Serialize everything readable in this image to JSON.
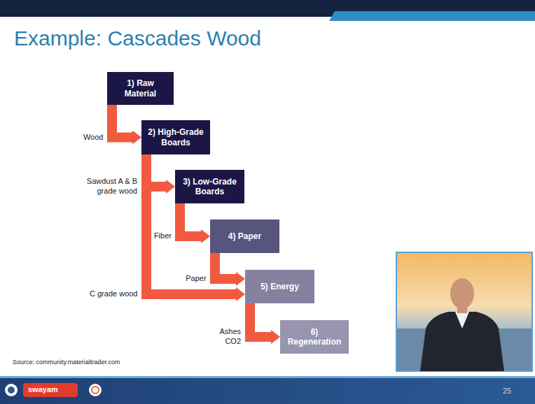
{
  "diagram": {
    "title": "Example: Cascades Wood",
    "nodes": [
      {
        "text": [
          "1) Raw Material"
        ]
      },
      {
        "text": [
          "2) High-Grade Boards"
        ]
      },
      {
        "text": [
          "3) Low-Grade Boards"
        ]
      },
      {
        "text": [
          "4) Paper"
        ]
      },
      {
        "text": [
          "5) Energy"
        ]
      },
      {
        "text": [
          "6) Regeneration"
        ]
      }
    ],
    "edges": [
      {
        "from": 0,
        "to": 1,
        "label": "Wood",
        "arrow": "to"
      },
      {
        "from": 1,
        "to": 2,
        "label": "Sawdust A & B grade wood",
        "arrow": "to"
      },
      {
        "from": 2,
        "to": 3,
        "label": "Fiber",
        "arrow": "to"
      },
      {
        "from": 1,
        "to": 4,
        "label": "C grade wood",
        "arrow": "to"
      },
      {
        "from": 3,
        "to": 4,
        "label": "Paper",
        "arrow": "to"
      },
      {
        "from": 4,
        "to": 5,
        "label": "Ashes CO2",
        "arrow": "to"
      }
    ],
    "labels": [
      "Source: community.materialtrader.com",
      "swayam",
      "25"
    ]
  }
}
